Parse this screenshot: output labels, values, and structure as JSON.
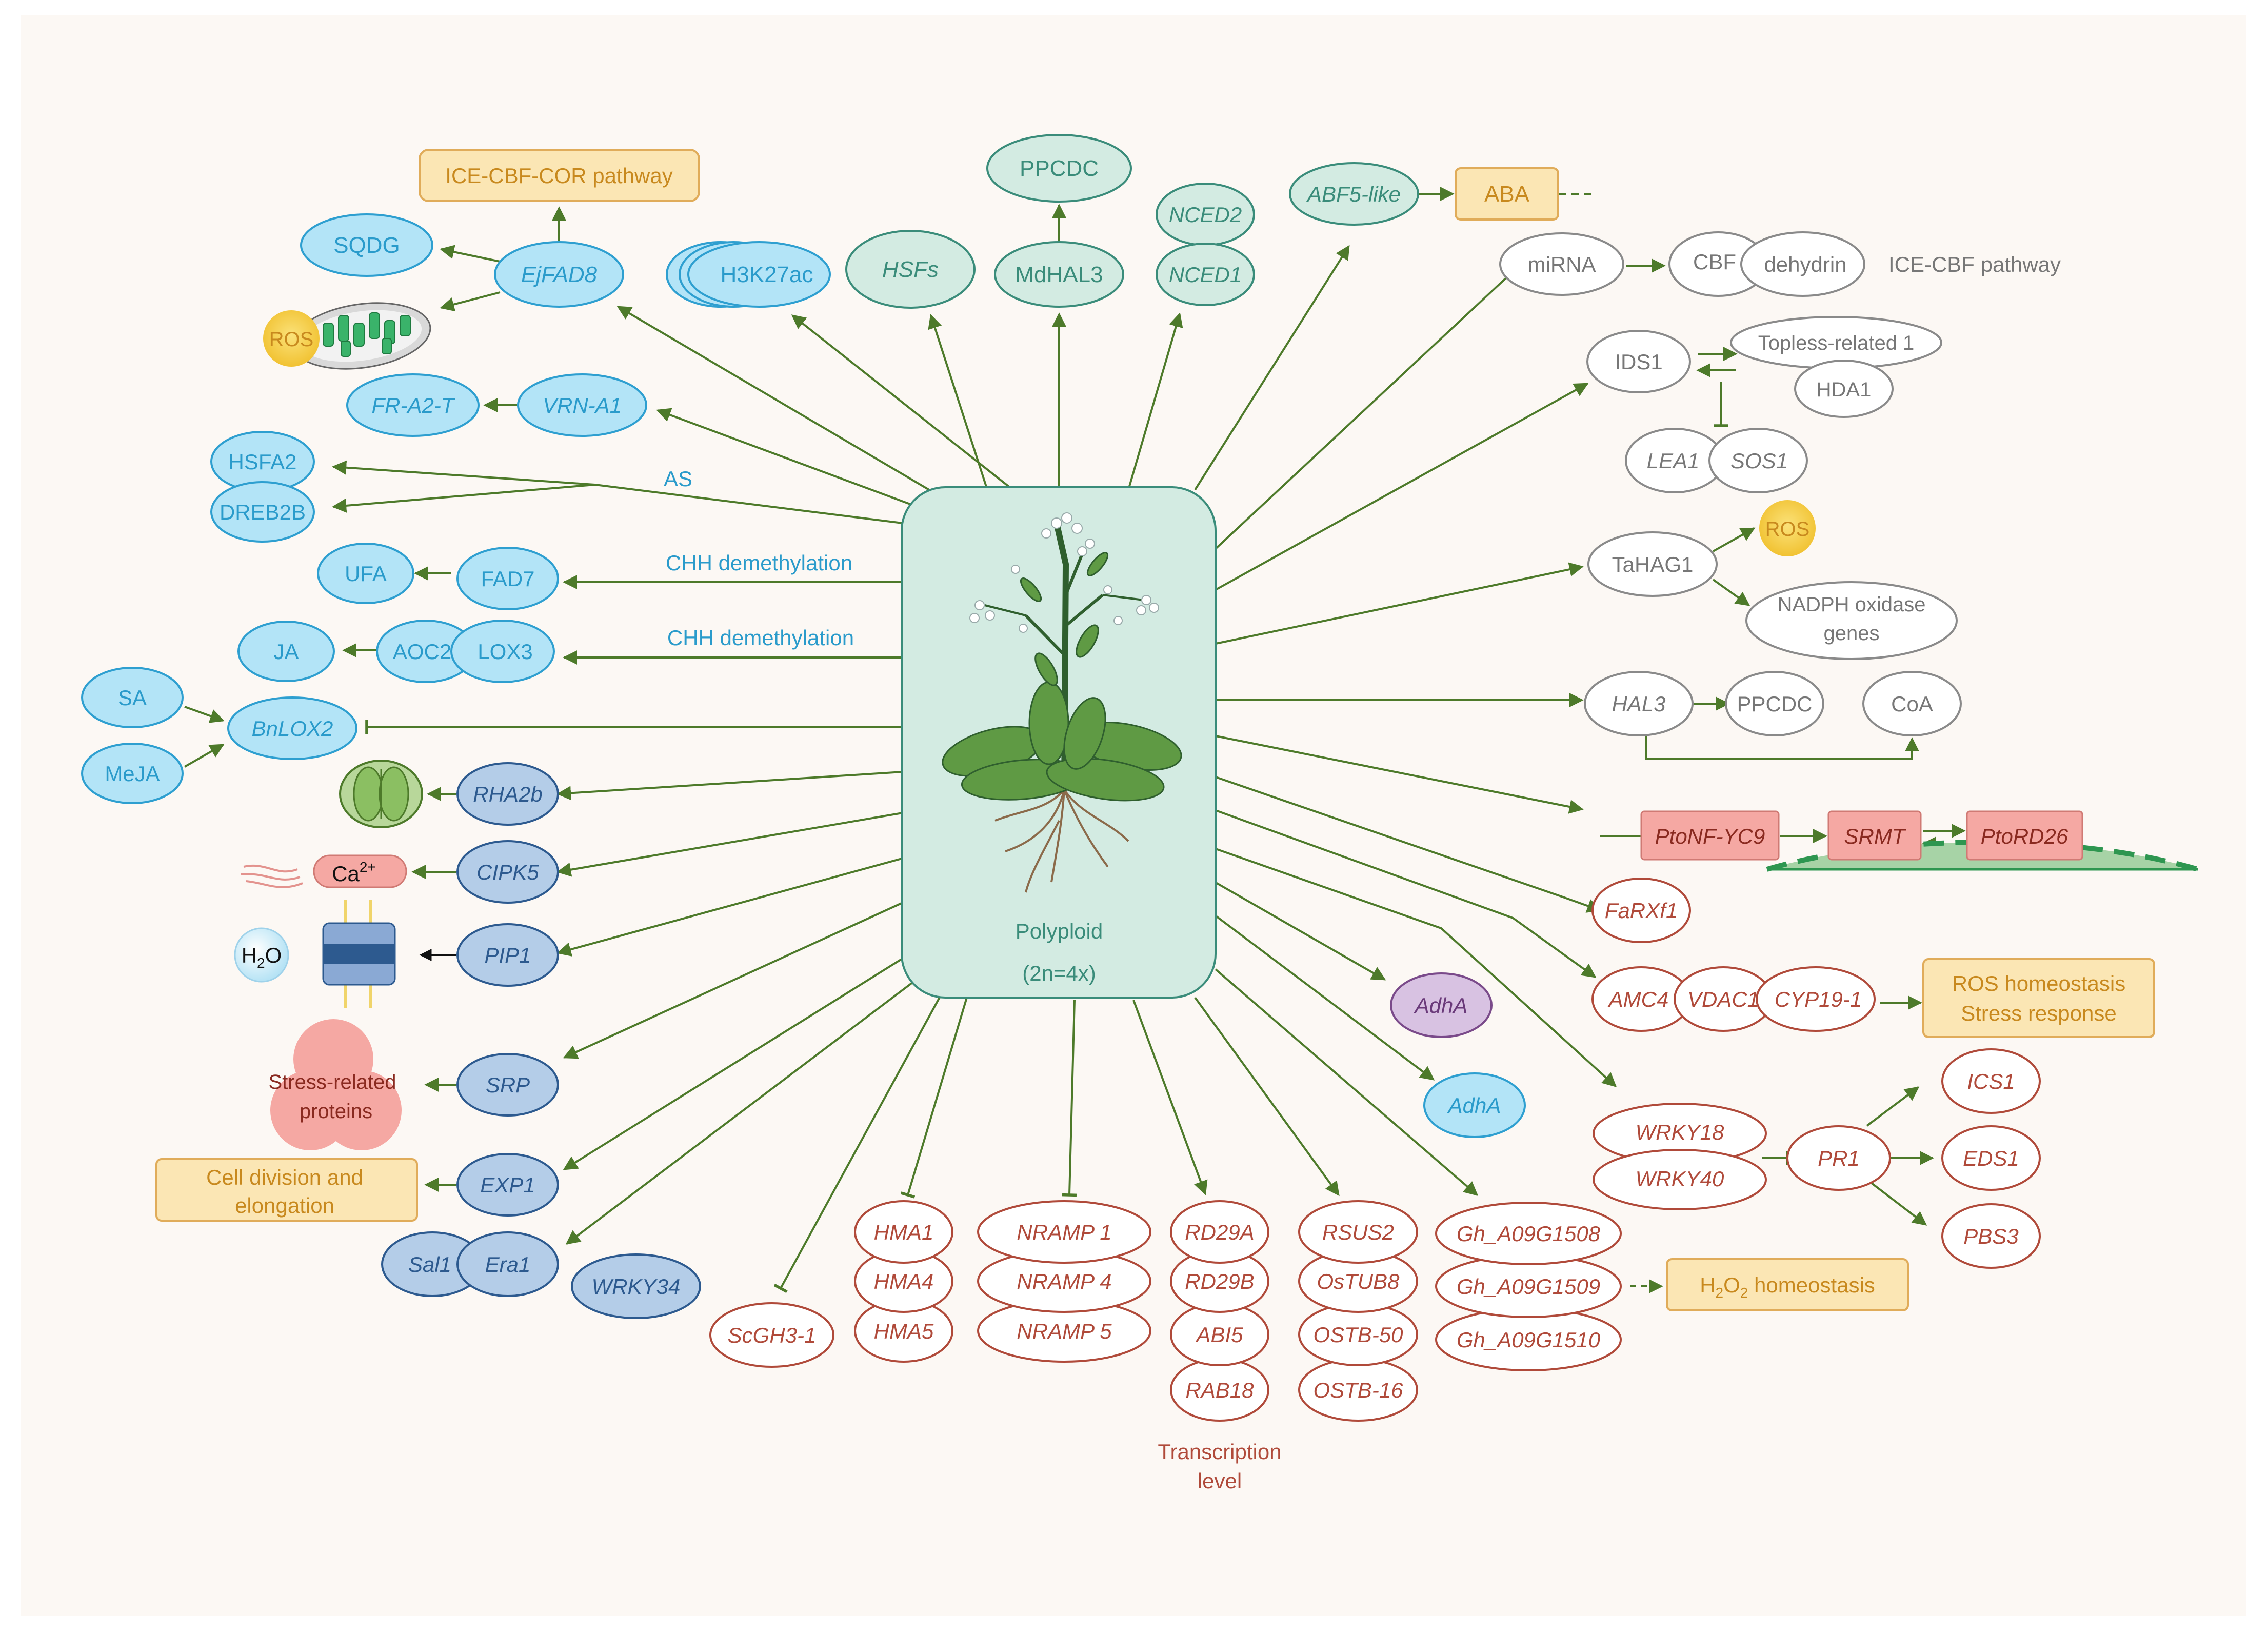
{
  "colors": {
    "background": "#fcf8f4",
    "arrow": "#4d7a2a",
    "blue_fill": "#b3e4f7",
    "blue_stroke": "#2e9fd0",
    "blue_text": "#2a9bcb",
    "dark_blue_fill": "#b4cde8",
    "dark_blue_stroke": "#2d5a8f",
    "dark_blue_text": "#2d5a8f",
    "teal_fill": "#d3ebe2",
    "teal_stroke": "#3a8c7a",
    "teal_text": "#3a8c7a",
    "gray_stroke": "#8a8a8a",
    "gray_text": "#777777",
    "red_stroke": "#b04a3a",
    "red_text": "#b04a3a",
    "orange_fill": "#fbe6b4",
    "orange_stroke": "#e0ac5a",
    "orange_text": "#c8891e",
    "pink_fill": "#f5a8a3",
    "purple_fill": "#d8c2e2"
  },
  "center": {
    "label1": "Polyploid",
    "label2": "(2n=4x)"
  },
  "left": {
    "ice_cbf_cor": "ICE-CBF-COR pathway",
    "sqdg": "SQDG",
    "ejfad8": "EjFAD8",
    "ros": "ROS",
    "fr_a2_t": "FR-A2-T",
    "vrn_a1": "VRN-A1",
    "hsfa2": "HSFA2",
    "dreb2b": "DREB2B",
    "as": "AS",
    "ufa": "UFA",
    "fad7": "FAD7",
    "chh1": "CHH demethylation",
    "ja": "JA",
    "aoc2": "AOC2",
    "lox3": "LOX3",
    "chh2": "CHH demethylation",
    "sa": "SA",
    "meja": "MeJA",
    "bnlox2": "BnLOX2",
    "rha2b": "RHA2b",
    "ca_base": "Ca",
    "ca_sup": "2+",
    "cipk5": "CIPK5",
    "h2o_h": "H",
    "h2o_sub": "2",
    "h2o_o": "O",
    "pip1": "PIP1",
    "stress_proteins_1": "Stress-related",
    "stress_proteins_2": "proteins",
    "srp": "SRP",
    "cell_div_1": "Cell division and",
    "cell_div_2": "elongation",
    "exp1": "EXP1",
    "sal1": "Sal1",
    "era1": "Era1",
    "wrky34": "WRKY34"
  },
  "top": {
    "h3k27ac": "H3K27ac",
    "hsfs": "HSFs",
    "ppcdc": "PPCDC",
    "mdhal3": "MdHAL3",
    "nced2": "NCED2",
    "nced1": "NCED1",
    "abf5": "ABF5-like",
    "aba": "ABA"
  },
  "right": {
    "mirna": "miRNA",
    "cbf": "CBF",
    "dehydrin": "dehydrin",
    "ice_cbf": "ICE-CBF pathway",
    "ids1": "IDS1",
    "topless": "Topless-related 1",
    "hda1": "HDA1",
    "lea1": "LEA1",
    "sos1": "SOS1",
    "tahag1": "TaHAG1",
    "ros": "ROS",
    "nadph_1": "NADPH oxidase",
    "nadph_2": "genes",
    "hal3": "HAL3",
    "ppcdc": "PPCDC",
    "coa": "CoA",
    "ptonf": "PtoNF-YC9",
    "srmt": "SRMT",
    "ptord26": "PtoRD26",
    "farxf1": "FaRXf1",
    "amc4": "AMC4",
    "vdac1": "VDAC1",
    "cyp19": "CYP19-1",
    "ros_homeo_1": "ROS homeostasis",
    "ros_homeo_2": "Stress response",
    "adha_purple": "AdhA",
    "adha_blue": "AdhA",
    "wrky18": "WRKY18",
    "wrky40": "WRKY40",
    "pr1": "PR1",
    "ics1": "ICS1",
    "eds1": "EDS1",
    "pbs3": "PBS3"
  },
  "bottom": {
    "scgh3": "ScGH3-1",
    "hma1": "HMA1",
    "hma4": "HMA4",
    "hma5": "HMA5",
    "nramp1": "NRAMP 1",
    "nramp4": "NRAMP 4",
    "nramp5": "NRAMP 5",
    "rd29a": "RD29A",
    "rd29b": "RD29B",
    "abi5": "ABI5",
    "rab18": "RAB18",
    "transcription_1": "Transcription",
    "transcription_2": "level",
    "rsus2": "RSUS2",
    "ostub8": "OsTUB8",
    "ostb50": "OSTB-50",
    "ostb16": "OSTB-16",
    "gh1508": "Gh_A09G1508",
    "gh1509": "Gh_A09G1509",
    "gh1510": "Gh_A09G1510",
    "h2o2_pre": "H",
    "h2o2_sub1": "2",
    "h2o2_mid": "O",
    "h2o2_sub2": "2",
    "h2o2_post": " homeostasis"
  }
}
